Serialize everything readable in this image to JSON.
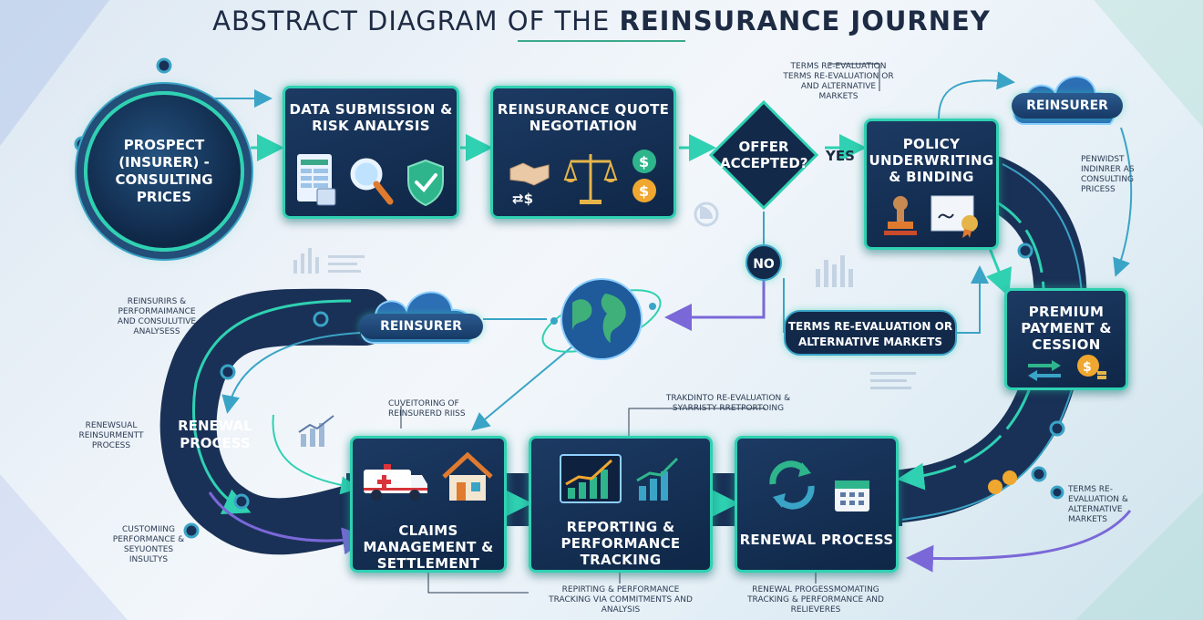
{
  "title": {
    "prefix": "ABSTRACT DIAGRAM OF THE ",
    "emphasis": "REINSURANCE JOURNEY"
  },
  "nodes": {
    "prospect": "PROSPECT (INSURER) - CONSULTING PRICES",
    "data_submission": "DATA SUBMISSION & RISK ANALYSIS",
    "quote_negotiation": "REINSURANCE QUOTE NEGOTIATION",
    "offer_decision": "OFFER ACCEPTED?",
    "yes": "YES",
    "no": "NO",
    "policy_underwriting": "POLICY UNDERWRITING & BINDING",
    "premium_payment": "PREMIUM PAYMENT & CESSION",
    "terms_reevaluation": "TERMS RE-EVALUATION OR ALTERNATIVE MARKETS",
    "claims": "CLAIMS MANAGEMENT & SETTLEMENT",
    "reporting": "REPORTING & PERFORMANCE TRACKING",
    "renewal_box": "RENEWAL PROCESS",
    "renewal_road": "RENEWAL PROCESS",
    "reinsurer_top": "REINSURER",
    "reinsurer_left": "REINSURER"
  },
  "notes": {
    "top_terms": "TERMS RE-EVALUATION TERMS RE-EVALUATION OR AND ALTERNATIVE MARKETS",
    "right_top": "PENWIDST INDINRER AS CONSULTING PRICESS",
    "left_1": "REINSURIRS & PERFORMAIMANCE AND CONSULUTIVE ANALYSESS",
    "left_2": "RENEWSUAL REINSURMENTT PROCESS",
    "left_3": "CUSTOMIING PERFORMANCE & SEYUONTES INSULTYS",
    "claims_top": "CUVEITORING OF REINSURERD RIISS",
    "reporting_top": "TRAKDINTO RE-EVALUATION & SYARRISTY RRETPORTOING",
    "reporting_bottom": "REPIRTING & PERFORMANCE TRACKING VIA COMMITMENTS AND ANALYSIS",
    "renewal_bottom": "RENEWAL PROGESSMOMATING TRACKING & PERFORMANCE AND RELIEVERES",
    "right_bottom": "TERMS RE-EVALUATION & ALTERNATIVE MARKETS"
  },
  "colors": {
    "navy": "#0f2747",
    "teal": "#2fd1b2",
    "blue": "#3aa4c6",
    "purple": "#7a68d8"
  },
  "icons": [
    "spreadsheet-icon",
    "magnifier-icon",
    "shield-check-icon",
    "handshake-icon",
    "scales-icon",
    "dollar-coin-icon",
    "stamp-icon",
    "certificate-icon",
    "money-transfer-icon",
    "coins-icon",
    "ambulance-icon",
    "house-icon",
    "growth-chart-icon",
    "renew-arrows-icon",
    "calendar-icon",
    "globe-icon",
    "cloud-icon"
  ]
}
